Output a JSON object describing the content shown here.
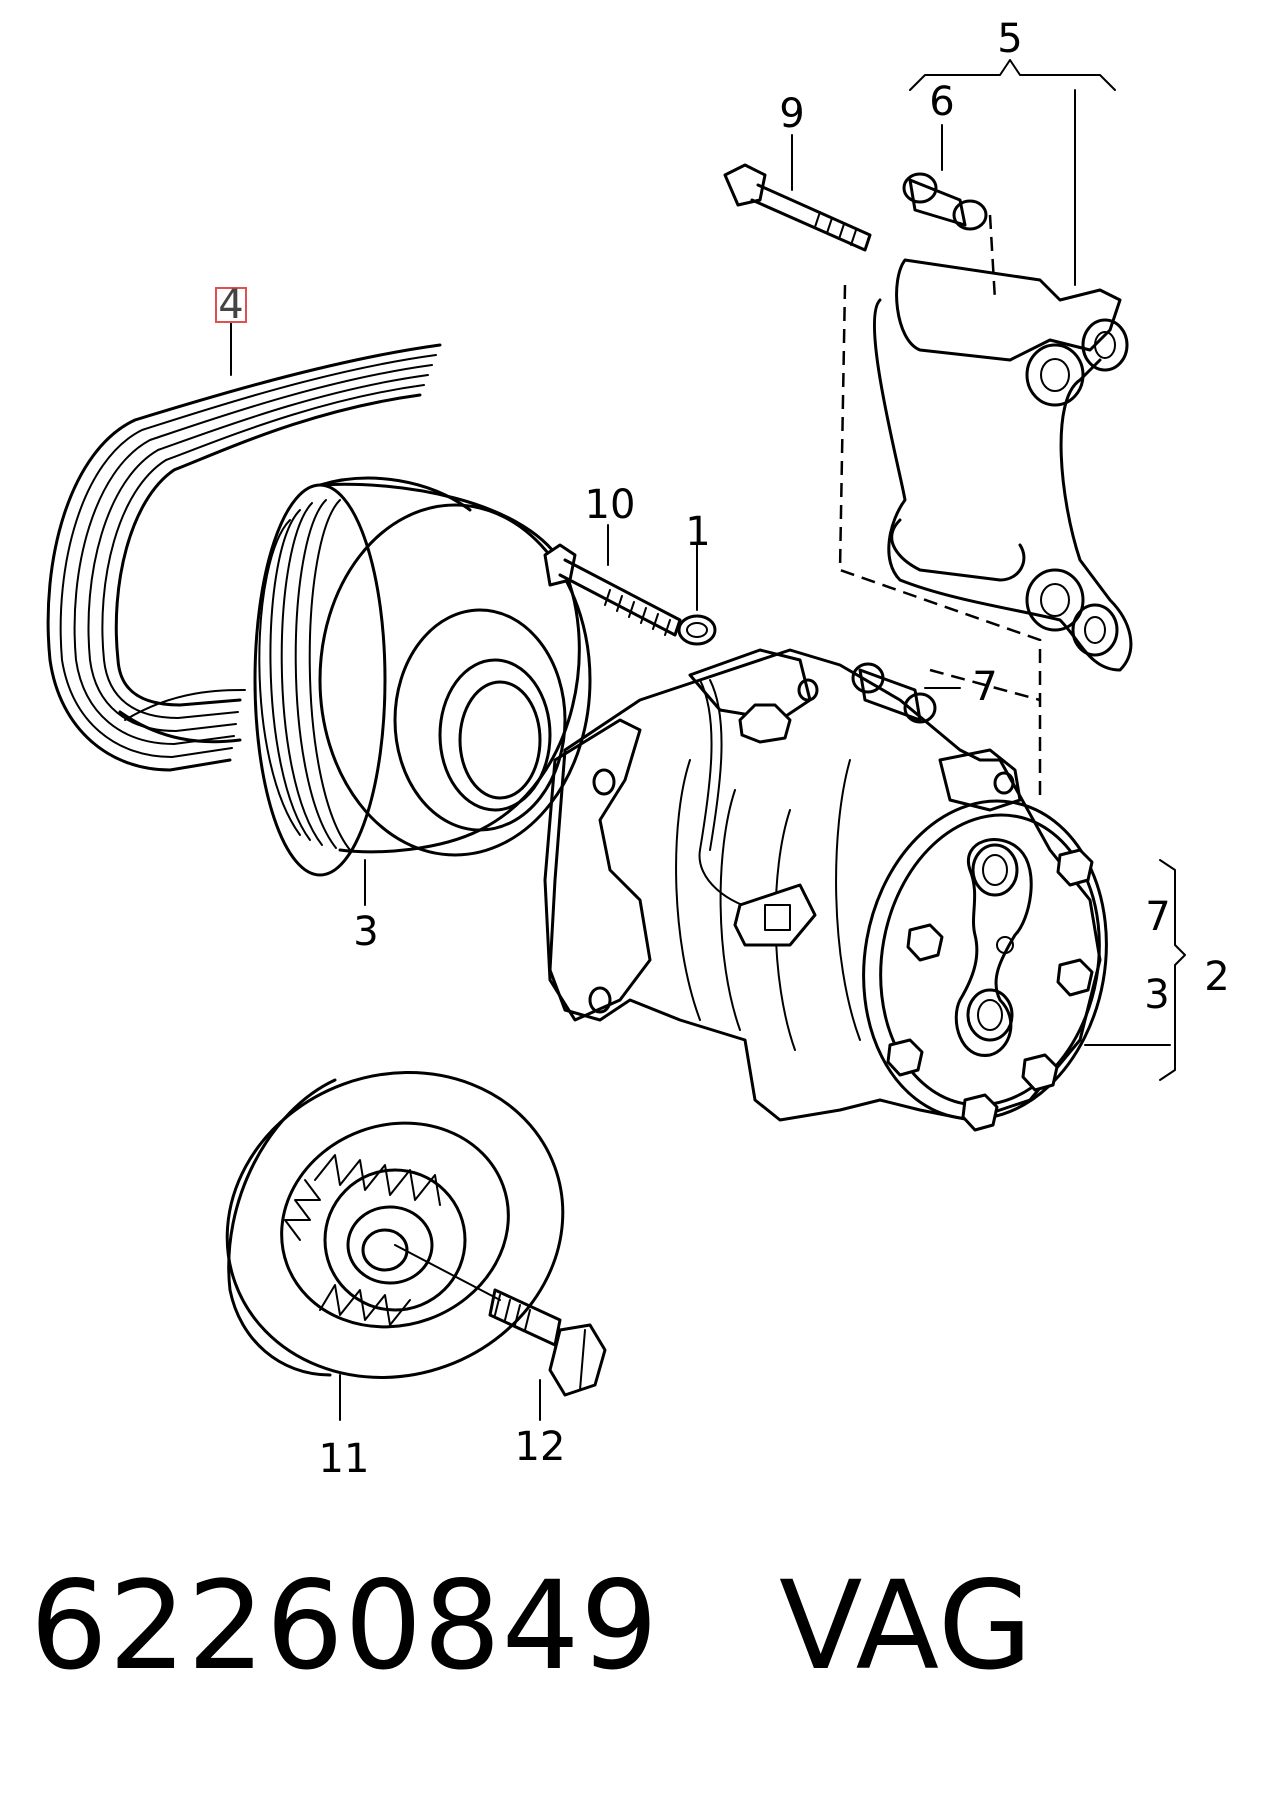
{
  "callouts": {
    "c1": "1",
    "c2": "2",
    "c3": "3",
    "c3b": "3",
    "c4": "4",
    "c5": "5",
    "c6": "6",
    "c7": "7",
    "c7b": "7",
    "c9": "9",
    "c10": "10",
    "c11": "11",
    "c12": "12"
  },
  "highlighted_callout": "4",
  "caption": {
    "part_number": "62260849",
    "brand": "VAG"
  },
  "colors": {
    "line": "#000000",
    "highlight": "#e05050",
    "background": "#ffffff"
  }
}
